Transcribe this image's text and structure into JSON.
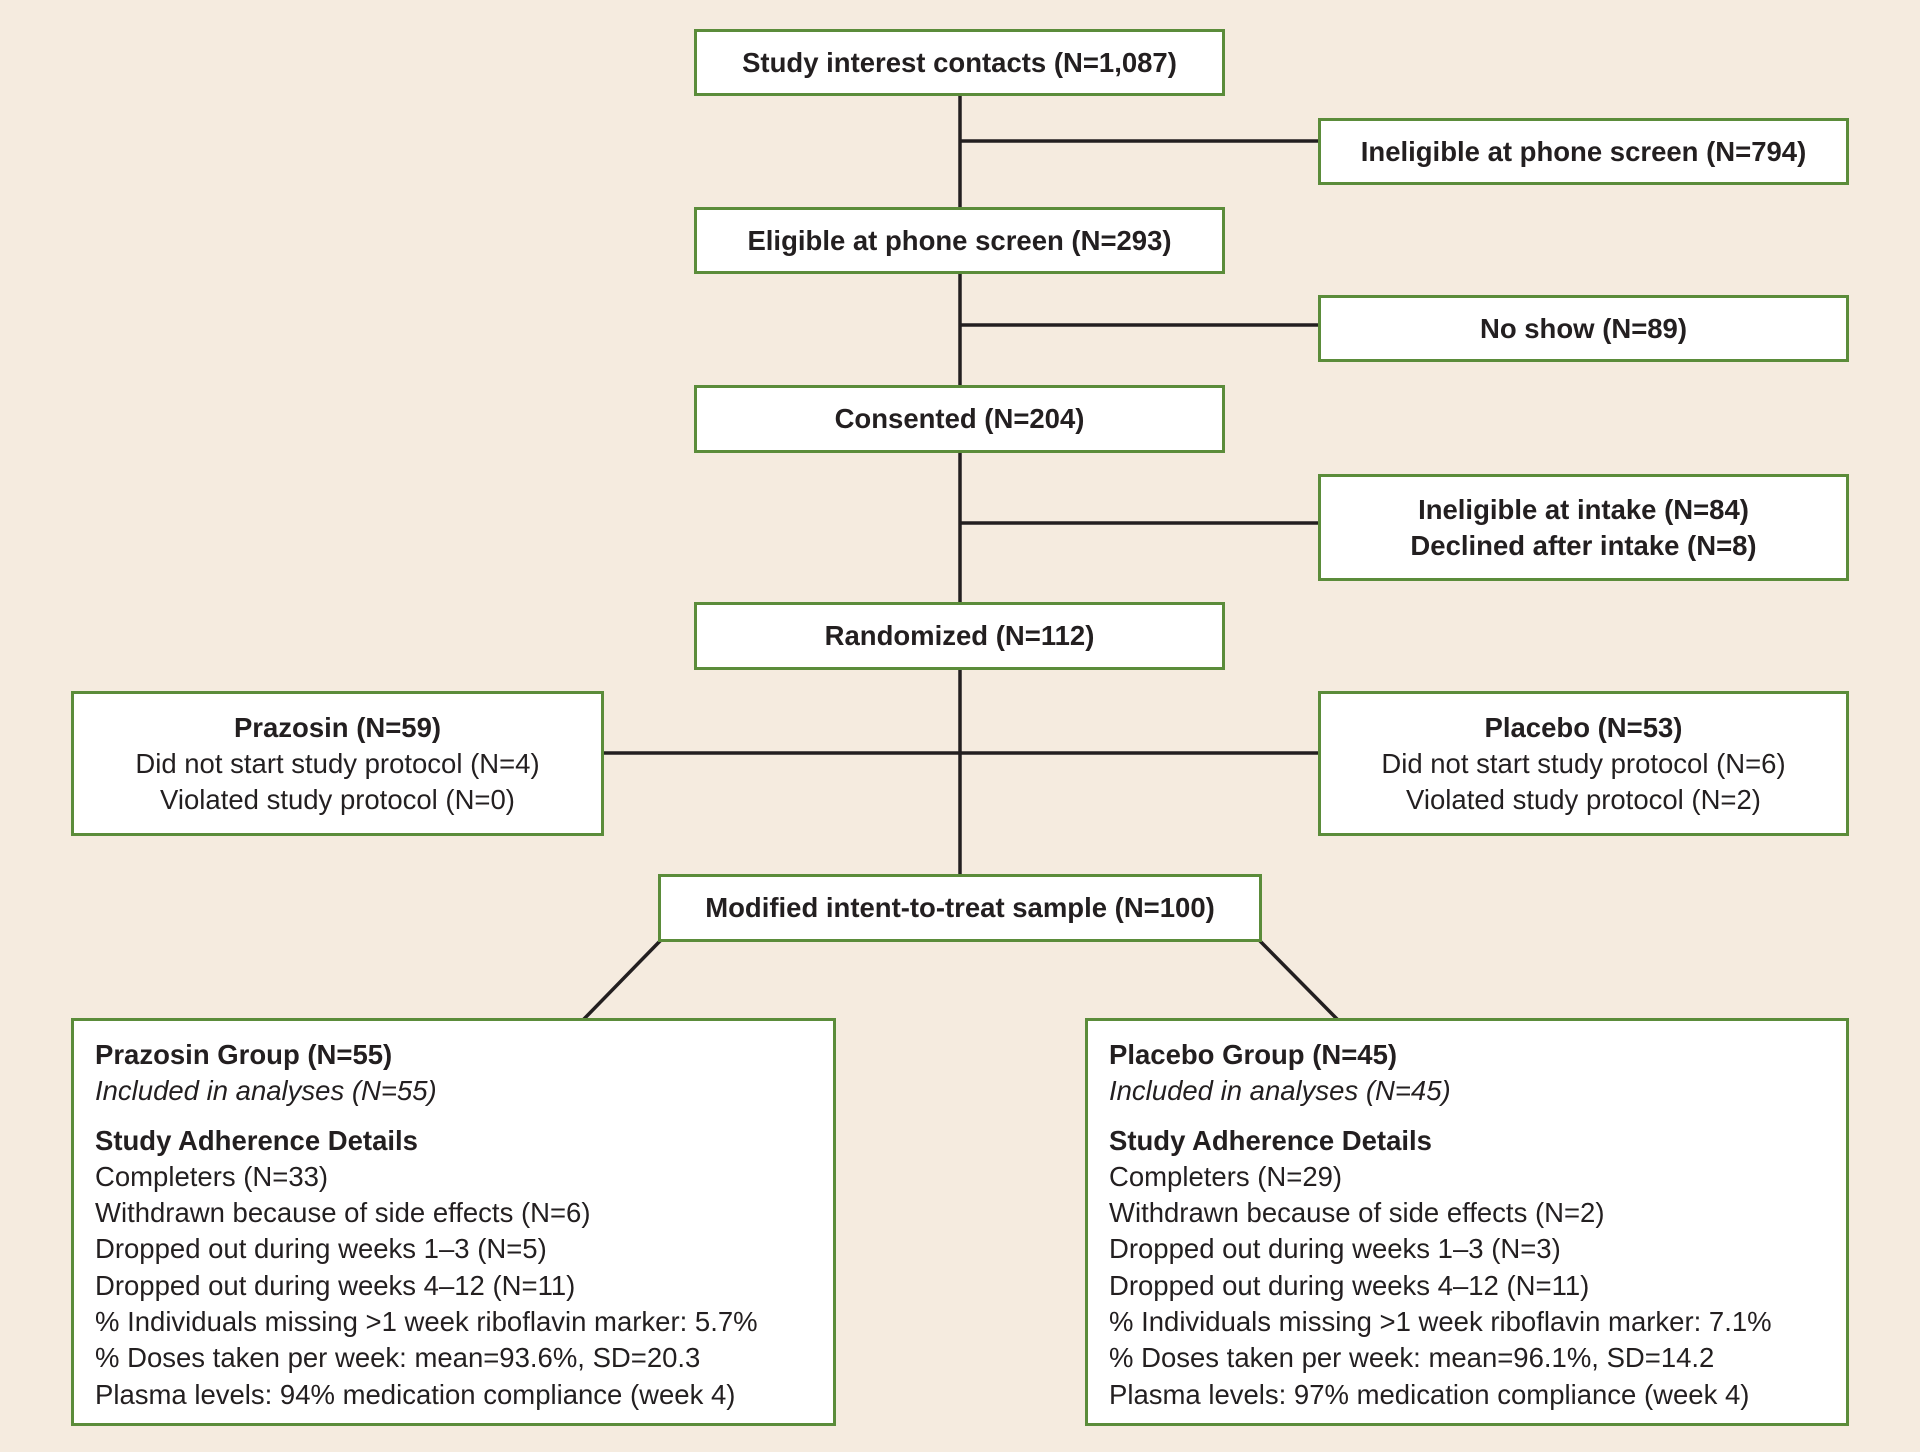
{
  "flow": {
    "contacts": "Study interest contacts (N=1,087)",
    "ineligible_phone": "Ineligible at phone screen (N=794)",
    "eligible_phone": "Eligible at phone screen (N=293)",
    "no_show": "No show (N=89)",
    "consented": "Consented (N=204)",
    "ineligible_intake": "Ineligible at intake (N=84)",
    "declined_intake": "Declined after intake (N=8)",
    "randomized": "Randomized (N=112)",
    "mitt": "Modified intent-to-treat sample (N=100)"
  },
  "arms": {
    "prazosin": {
      "title": "Prazosin (N=59)",
      "line1": "Did not start study protocol (N=4)",
      "line2": "Violated study protocol (N=0)"
    },
    "placebo": {
      "title": "Placebo (N=53)",
      "line1": "Did not start study protocol (N=6)",
      "line2": "Violated study protocol (N=2)"
    }
  },
  "groups": {
    "prazosin": {
      "title": "Prazosin Group (N=55)",
      "included": "Included in analyses (N=55)",
      "details_heading": "Study Adherence Details",
      "completers": "Completers (N=33)",
      "withdrawn": "Withdrawn because of side effects (N=6)",
      "dropped_1_3": "Dropped out during weeks 1–3 (N=5)",
      "dropped_4_12": "Dropped out during weeks 4–12 (N=11)",
      "riboflavin": "% Individuals missing >1 week riboflavin marker: 5.7%",
      "doses": "% Doses taken per week: mean=93.6%, SD=20.3",
      "plasma": "Plasma levels: 94% medication compliance (week 4)"
    },
    "placebo": {
      "title": "Placebo Group (N=45)",
      "included": "Included in analyses (N=45)",
      "details_heading": "Study Adherence Details",
      "completers": "Completers (N=29)",
      "withdrawn": "Withdrawn because of side effects (N=2)",
      "dropped_1_3": "Dropped out during weeks 1–3 (N=3)",
      "dropped_4_12": "Dropped out during weeks 4–12 (N=11)",
      "riboflavin": "% Individuals missing >1 week riboflavin marker: 7.1%",
      "doses": "% Doses taken per week: mean=96.1%, SD=14.2",
      "plasma": "Plasma levels: 97% medication compliance (week 4)"
    }
  },
  "colors": {
    "background": "#f5ebdf",
    "box_border": "#5b8c3a",
    "connector": "#231f20"
  }
}
